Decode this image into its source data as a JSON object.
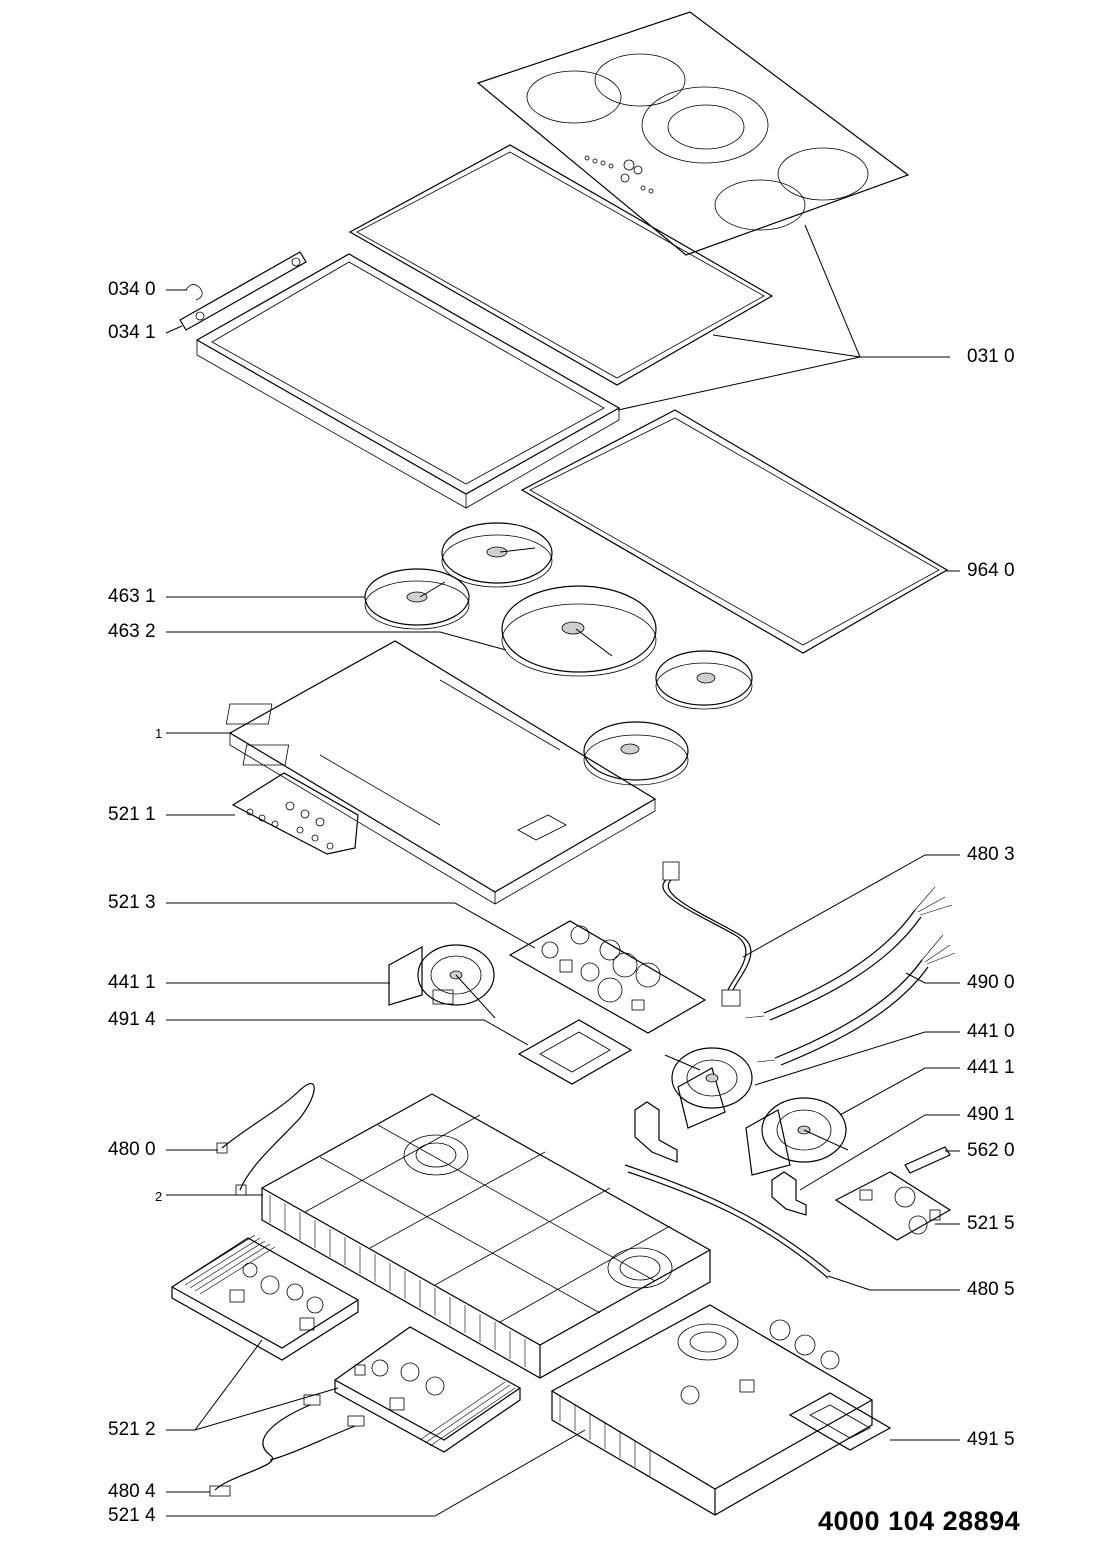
{
  "document_number": "4000 104 28894",
  "labels": {
    "p034_0": "034 0",
    "p034_1": "034 1",
    "p031_0": "031 0",
    "p964_0": "964 0",
    "p463_1": "463 1",
    "p463_2": "463 2",
    "p1": "1",
    "p521_1": "521 1",
    "p480_3": "480 3",
    "p521_3": "521 3",
    "p441_1a": "441 1",
    "p490_0": "490 0",
    "p491_4": "491 4",
    "p441_0": "441 0",
    "p441_1b": "441 1",
    "p490_1": "490 1",
    "p480_0": "480 0",
    "p562_0": "562 0",
    "p2": "2",
    "p521_5": "521 5",
    "p480_5": "480 5",
    "p521_2": "521 2",
    "p491_5": "491 5",
    "p480_4": "480 4",
    "p521_4": "521 4"
  }
}
